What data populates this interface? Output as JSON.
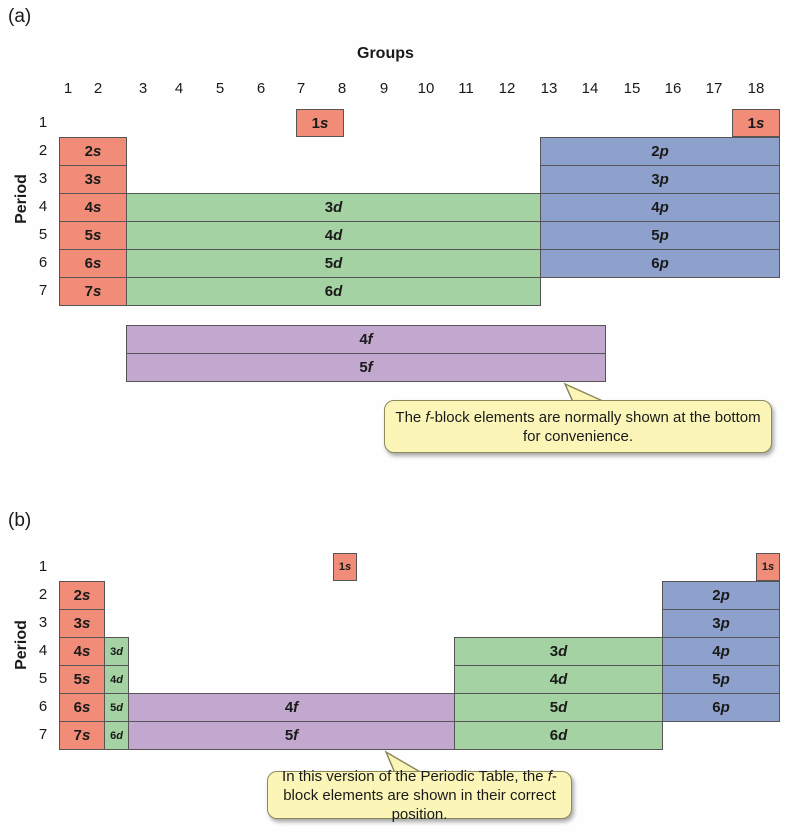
{
  "panel_a": {
    "label": "(a)",
    "groups_title": "Groups",
    "period_title": "Period",
    "groups": [
      "1",
      "2",
      "3",
      "4",
      "5",
      "6",
      "7",
      "8",
      "9",
      "10",
      "11",
      "12",
      "13",
      "14",
      "15",
      "16",
      "17",
      "18"
    ],
    "periods": [
      "1",
      "2",
      "3",
      "4",
      "5",
      "6",
      "7"
    ],
    "s_block": [
      {
        "n": "1",
        "l": "s"
      },
      {
        "n": "2",
        "l": "s"
      },
      {
        "n": "3",
        "l": "s"
      },
      {
        "n": "4",
        "l": "s"
      },
      {
        "n": "5",
        "l": "s"
      },
      {
        "n": "6",
        "l": "s"
      },
      {
        "n": "7",
        "l": "s"
      }
    ],
    "he_cell": {
      "n": "1",
      "l": "s"
    },
    "d_block": [
      {
        "n": "3",
        "l": "d"
      },
      {
        "n": "4",
        "l": "d"
      },
      {
        "n": "5",
        "l": "d"
      },
      {
        "n": "6",
        "l": "d"
      }
    ],
    "p_block": [
      {
        "n": "2",
        "l": "p"
      },
      {
        "n": "3",
        "l": "p"
      },
      {
        "n": "4",
        "l": "p"
      },
      {
        "n": "5",
        "l": "p"
      },
      {
        "n": "6",
        "l": "p"
      }
    ],
    "f_block": [
      {
        "n": "4",
        "l": "f"
      },
      {
        "n": "5",
        "l": "f"
      }
    ],
    "callout": {
      "pre": "The ",
      "ital": "f",
      "post": "-block elements are normally shown at the bottom for convenience."
    }
  },
  "panel_b": {
    "label": "(b)",
    "period_title": "Period",
    "periods": [
      "1",
      "2",
      "3",
      "4",
      "5",
      "6",
      "7"
    ],
    "s_block": [
      {
        "n": "1",
        "l": "s"
      },
      {
        "n": "2",
        "l": "s"
      },
      {
        "n": "3",
        "l": "s"
      },
      {
        "n": "4",
        "l": "s"
      },
      {
        "n": "5",
        "l": "s"
      },
      {
        "n": "6",
        "l": "s"
      },
      {
        "n": "7",
        "l": "s"
      }
    ],
    "he_cell": {
      "n": "1",
      "l": "s"
    },
    "d_small": [
      {
        "n": "3",
        "l": "d"
      },
      {
        "n": "4",
        "l": "d"
      },
      {
        "n": "5",
        "l": "d"
      },
      {
        "n": "6",
        "l": "d"
      }
    ],
    "f_block": [
      {
        "n": "4",
        "l": "f"
      },
      {
        "n": "5",
        "l": "f"
      }
    ],
    "d_block": [
      {
        "n": "3",
        "l": "d"
      },
      {
        "n": "4",
        "l": "d"
      },
      {
        "n": "5",
        "l": "d"
      },
      {
        "n": "6",
        "l": "d"
      }
    ],
    "p_block": [
      {
        "n": "2",
        "l": "p"
      },
      {
        "n": "3",
        "l": "p"
      },
      {
        "n": "4",
        "l": "p"
      },
      {
        "n": "5",
        "l": "p"
      },
      {
        "n": "6",
        "l": "p"
      }
    ],
    "callout": {
      "pre": "In this version of the Periodic Table, the ",
      "ital": "f",
      "post": "-block elements are shown in their correct position."
    }
  },
  "colors": {
    "s": "#f08c78",
    "d": "#a5d2a2",
    "p": "#8ea0cc",
    "f": "#c2a8cf",
    "callout": "#fbf6b8"
  }
}
